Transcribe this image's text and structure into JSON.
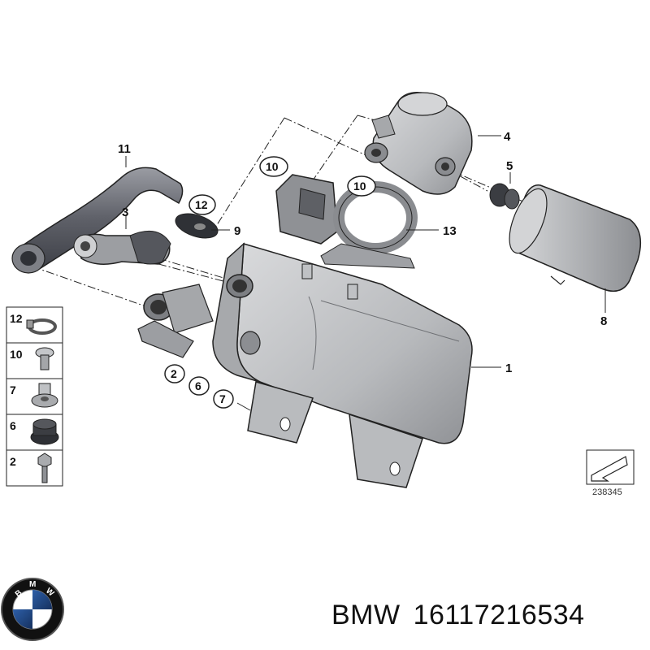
{
  "callouts": {
    "c1": "1",
    "c2": "2",
    "c3": "3",
    "c4": "4",
    "c5": "5",
    "c6": "6",
    "c7": "7",
    "c8": "8",
    "c9": "9",
    "c10a": "10",
    "c10b": "10",
    "c11": "11",
    "c12": "12",
    "c13": "13"
  },
  "legend": [
    {
      "label": "12",
      "icon": "hose-clamp-icon"
    },
    {
      "label": "10",
      "icon": "collar-screw-icon"
    },
    {
      "label": "7",
      "icon": "rubber-bushing-icon"
    },
    {
      "label": "6",
      "icon": "grommet-icon"
    },
    {
      "label": "2",
      "icon": "hex-bolt-icon"
    }
  ],
  "diagram_number": "238345",
  "caption": {
    "brand": "BMW",
    "part_number": "16117216534"
  },
  "logo": {
    "name": "bmw-roundel",
    "letters": "BMW"
  },
  "colors": {
    "part_fill": "#c9cacc",
    "part_dark": "#8e9094",
    "hose": "#6e7078",
    "line": "#222222"
  }
}
